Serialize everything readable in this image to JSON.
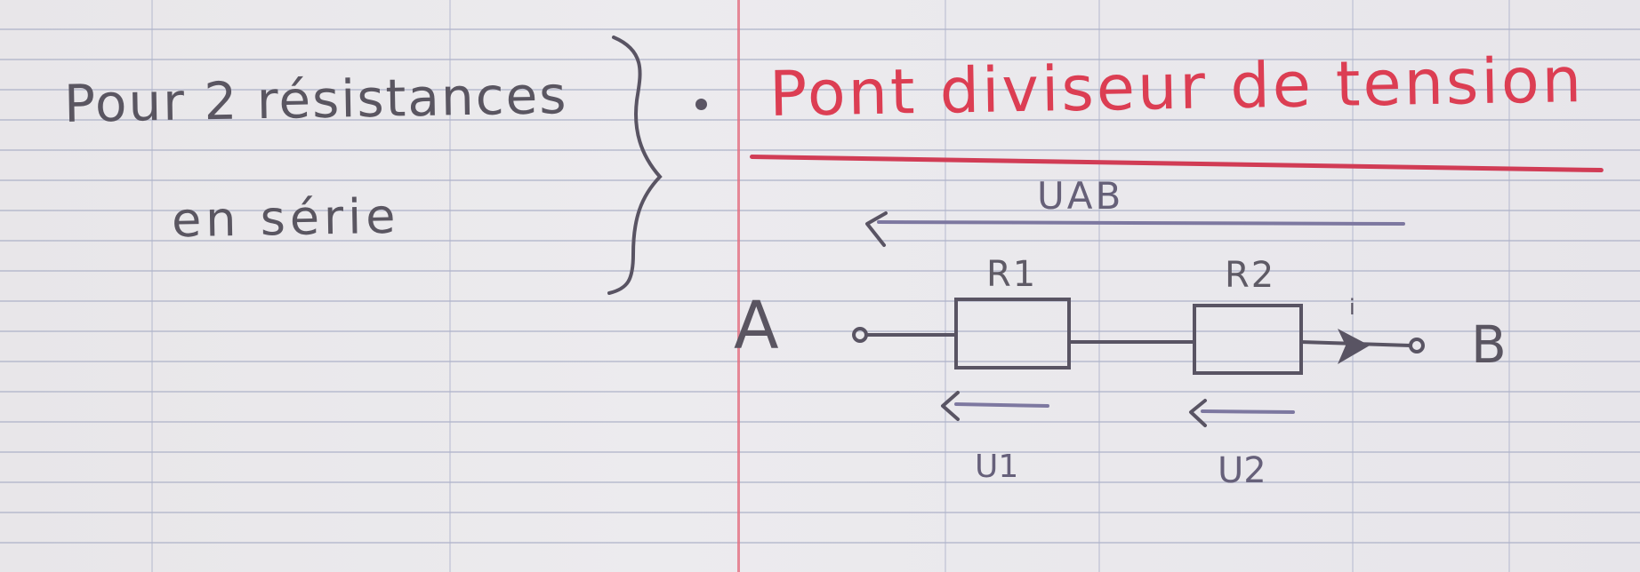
{
  "side_note": {
    "line1": "Pour 2 résistances",
    "line2": "en série"
  },
  "title": "Pont diviseur de tension",
  "diagram": {
    "total_voltage_label": "UAB",
    "resistor_1_label": "R1",
    "resistor_2_label": "R2",
    "node_a_label": "A",
    "node_b_label": "B",
    "current_label": "i",
    "voltage_1_label": "U1",
    "voltage_2_label": "U2"
  },
  "colors": {
    "title_red": "#dc3e53",
    "pencil_gray": "#5a5661",
    "voltage_blue": "#6e6b98",
    "paper": "#e8e6ea"
  }
}
